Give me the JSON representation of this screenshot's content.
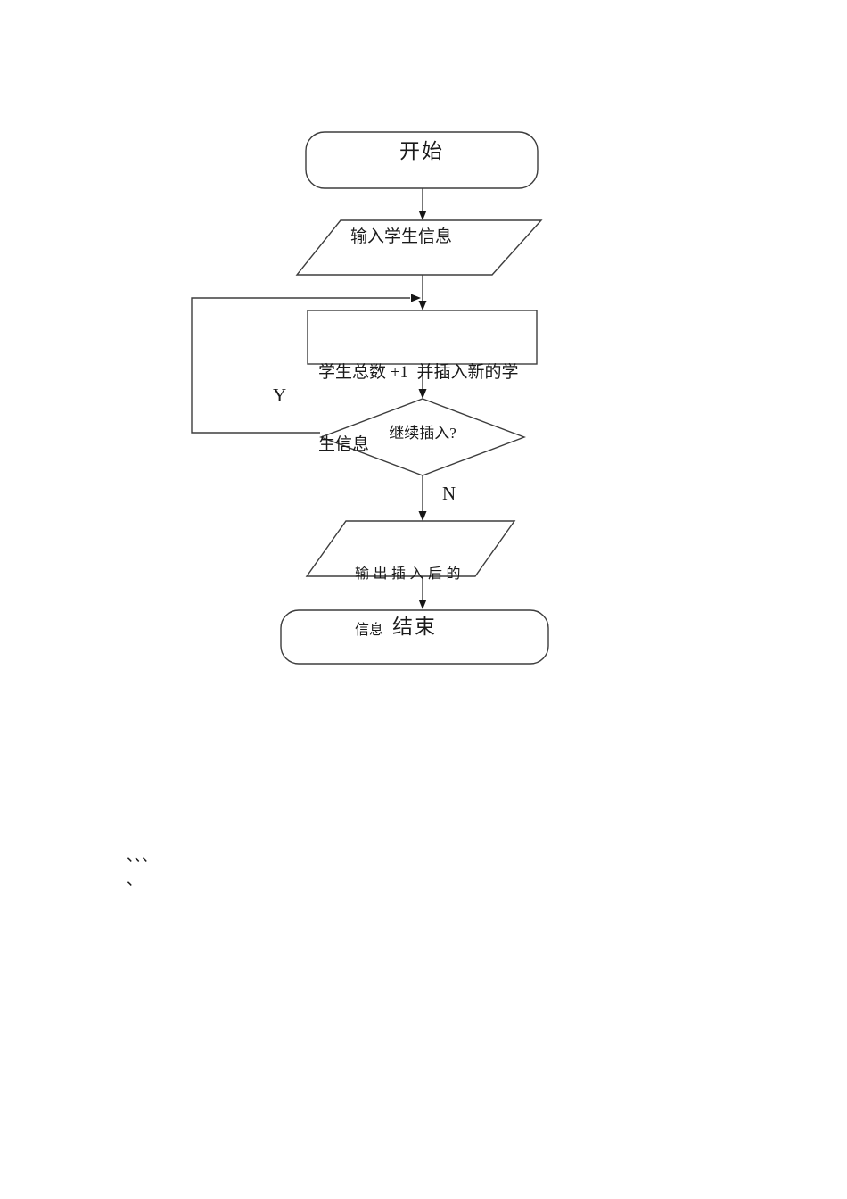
{
  "colors": {
    "background": "#ffffff",
    "stroke": "#3d3d3d",
    "text": "#1a1a1a"
  },
  "flowchart": {
    "nodes": [
      {
        "id": "start",
        "type": "terminator",
        "label": "开始"
      },
      {
        "id": "input-student-info",
        "type": "input-output",
        "label": "输入学生信息"
      },
      {
        "id": "process-insert",
        "type": "process",
        "lines": [
          "学生总数 +1  并插入新的学",
          "生信息"
        ],
        "text": "学生总数 +1 并插入新的学生信息"
      },
      {
        "id": "decision-continue",
        "type": "decision",
        "label": "继续插入?"
      },
      {
        "id": "output-info",
        "type": "input-output",
        "lines": [
          "输出插入后的",
          "信息"
        ],
        "text": "输出插入后的信息"
      },
      {
        "id": "end",
        "type": "terminator",
        "label": "结束"
      }
    ],
    "edges": [
      {
        "from": "start",
        "to": "input-student-info"
      },
      {
        "from": "input-student-info",
        "to": "process-insert"
      },
      {
        "from": "process-insert",
        "to": "decision-continue"
      },
      {
        "from": "decision-continue",
        "to": "process-insert",
        "label": "Y"
      },
      {
        "from": "decision-continue",
        "to": "output-info",
        "label": "N"
      },
      {
        "from": "output-info",
        "to": "end"
      }
    ],
    "branch_labels": {
      "yes": "Y",
      "no": "N"
    }
  },
  "footer": {
    "marks_line1": "、、、",
    "marks_line2": "、"
  }
}
